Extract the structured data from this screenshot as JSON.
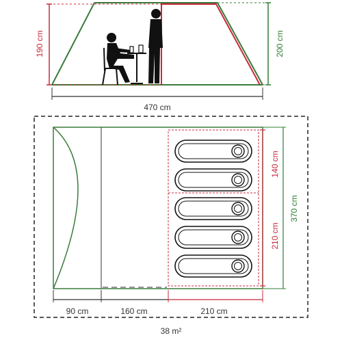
{
  "colors": {
    "outline": "#3a7a3a",
    "accent": "#c8283c",
    "dim_black": "#333333",
    "dim_green": "#2e7d32",
    "figure": "#111111"
  },
  "side_view": {
    "width_label": "470 cm",
    "inner_height_label": "190 cm",
    "outer_height_label": "200 cm"
  },
  "floor_plan": {
    "depth_label": "370 cm",
    "bedroom_depth_1_label": "140 cm",
    "bedroom_depth_2_label": "210 cm",
    "segment_labels": [
      "90 cm",
      "160 cm",
      "210 cm"
    ],
    "area_label": "38 m²",
    "sleeping_bags": 5
  }
}
